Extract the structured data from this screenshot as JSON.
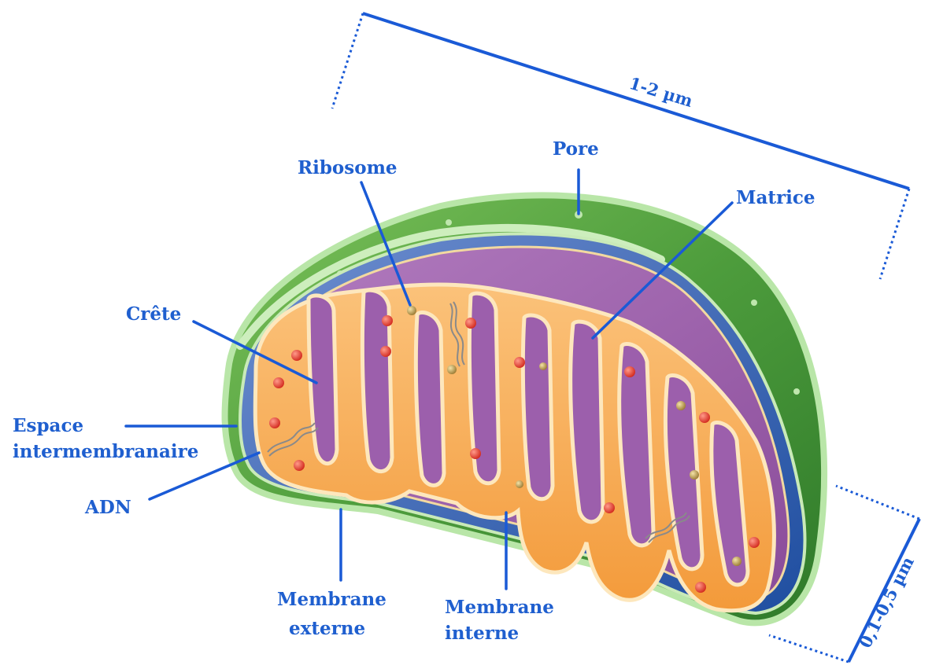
{
  "colors": {
    "label": "#1f5fcf",
    "leader": "#1a5ad6",
    "outer_membrane": "#4a9a3a",
    "outer_rim": "#b9e6a8",
    "intermembrane_space": "#2f5aa8",
    "crista_purple": "#9a5aa8",
    "matrix": "#f6a94a",
    "ribosome": "#e03a2a",
    "granule": "#b89a4a"
  },
  "labels": {
    "pore": "Pore",
    "ribosome": "Ribosome",
    "matrice": "Matrice",
    "crete": "Crête",
    "espace_line1": "Espace",
    "espace_line2": "intermembranaire",
    "adn": "ADN",
    "membrane_externe_line1": "Membrane",
    "membrane_externe_line2": "externe",
    "membrane_interne_line1": "Membrane",
    "membrane_interne_line2": "interne"
  },
  "dimensions": {
    "length": "1-2 µm",
    "width": "0,1-0,5 µm"
  }
}
